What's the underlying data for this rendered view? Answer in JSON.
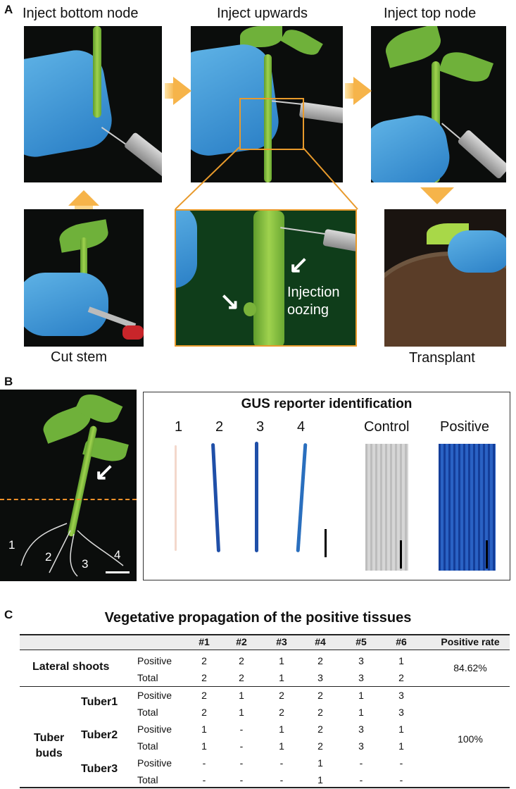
{
  "panel_A": {
    "letter": "A",
    "captions": {
      "bottom_node": "Inject bottom node",
      "upwards": "Inject upwards",
      "top_node": "Inject top node",
      "cut_stem": "Cut stem",
      "transplant": "Transplant"
    },
    "inset_text_line1": "Injection",
    "inset_text_line2": "oozing",
    "colors": {
      "arrow": "#f6b44a",
      "glove": "#3d95d8",
      "stem": "#8cc63f",
      "inset_border": "#e89a2c"
    }
  },
  "panel_B": {
    "letter": "B",
    "root_labels": [
      "1",
      "2",
      "3",
      "4"
    ],
    "gus_title": "GUS reporter identification",
    "sample_labels": [
      "1",
      "2",
      "3",
      "4"
    ],
    "control_label": "Control",
    "positive_label": "Positive",
    "colors": {
      "gus_blue": "#1f4fa8",
      "dashed_line": "#f0902a"
    }
  },
  "panel_C": {
    "letter": "C",
    "title": "Vegetative propagation of the positive tissues",
    "columns": [
      "#1",
      "#2",
      "#3",
      "#4",
      "#5",
      "#6",
      "Positive rate"
    ],
    "groups": [
      {
        "name": "Lateral shoots",
        "rows": [
          {
            "label": "Positive",
            "values": [
              "2",
              "2",
              "1",
              "2",
              "3",
              "1"
            ]
          },
          {
            "label": "Total",
            "values": [
              "2",
              "2",
              "1",
              "3",
              "3",
              "2"
            ]
          }
        ],
        "rate": "84.62%"
      },
      {
        "name_line1": "Tuber",
        "name_line2": "buds",
        "subgroups": [
          {
            "name": "Tuber1",
            "rows": [
              {
                "label": "Positive",
                "values": [
                  "2",
                  "1",
                  "2",
                  "2",
                  "1",
                  "3"
                ]
              },
              {
                "label": "Total",
                "values": [
                  "2",
                  "1",
                  "2",
                  "2",
                  "1",
                  "3"
                ]
              }
            ]
          },
          {
            "name": "Tuber2",
            "rows": [
              {
                "label": "Positive",
                "values": [
                  "1",
                  "-",
                  "1",
                  "2",
                  "3",
                  "1"
                ]
              },
              {
                "label": "Total",
                "values": [
                  "1",
                  "-",
                  "1",
                  "2",
                  "3",
                  "1"
                ]
              }
            ]
          },
          {
            "name": "Tuber3",
            "rows": [
              {
                "label": "Positive",
                "values": [
                  "-",
                  "-",
                  "-",
                  "1",
                  "-",
                  "-"
                ]
              },
              {
                "label": "Total",
                "values": [
                  "-",
                  "-",
                  "-",
                  "1",
                  "-",
                  "-"
                ]
              }
            ]
          }
        ],
        "rate": "100%"
      }
    ]
  }
}
